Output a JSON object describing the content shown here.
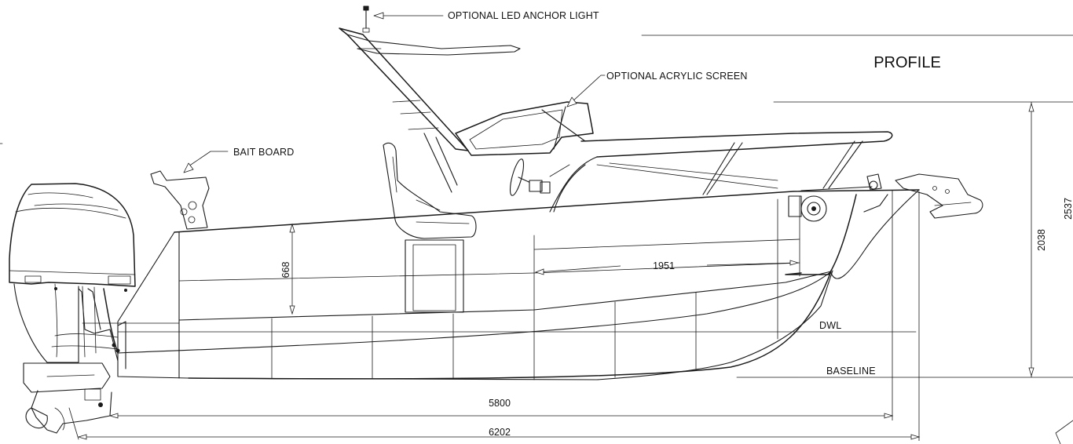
{
  "title": "PROFILE",
  "callouts": {
    "anchor_light": "OPTIONAL LED ANCHOR LIGHT",
    "acrylic_screen": "OPTIONAL ACRYLIC SCREEN",
    "bait_board": "BAIT BOARD"
  },
  "reference_lines": {
    "dwl": "DWL",
    "baseline": "BASELINE"
  },
  "dimensions": {
    "freeboard": "668",
    "cabin_length": "1951",
    "waterline_length": "5800",
    "overall_length": "6202",
    "height_above_baseline": "2038",
    "overall_height": "2537"
  }
}
